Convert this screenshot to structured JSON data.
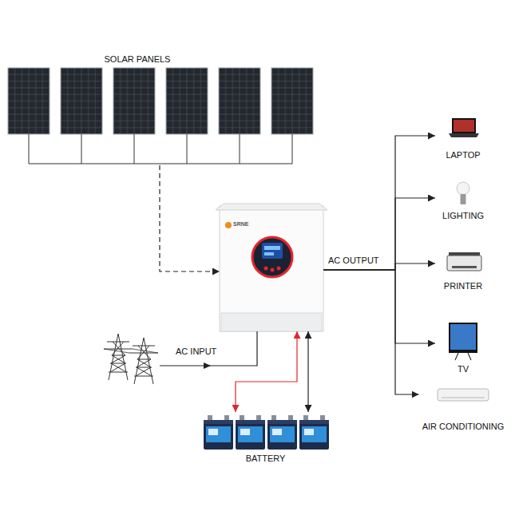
{
  "diagram": {
    "nodes": [
      {
        "text": [
          "SOLAR PANELS"
        ]
      },
      {
        "text": [
          "SRNE"
        ]
      },
      {
        "text": [
          "LAPTOP"
        ]
      },
      {
        "text": [
          "LIGHTING"
        ]
      },
      {
        "text": [
          "PRINTER"
        ]
      },
      {
        "text": [
          "TV"
        ]
      },
      {
        "text": [
          "AIR CONDITIONING"
        ]
      },
      {
        "text": [
          "BATTERY"
        ]
      }
    ],
    "edges": [
      {
        "from": 0,
        "to": 1,
        "arrow": "to"
      },
      {
        "from": 1,
        "to": 2,
        "arrow": "to"
      },
      {
        "from": 1,
        "to": 3,
        "arrow": "to"
      },
      {
        "from": 1,
        "to": 4,
        "arrow": "to"
      },
      {
        "from": 1,
        "to": 5,
        "arrow": "to"
      },
      {
        "from": 1,
        "to": 6,
        "arrow": "to"
      },
      {
        "from": 1,
        "to": 7,
        "arrow": "both"
      },
      {
        "from": 1,
        "to": 7,
        "arrow": "both"
      }
    ],
    "labels": [
      "AC INPUT",
      "AC OUTPUT"
    ]
  }
}
